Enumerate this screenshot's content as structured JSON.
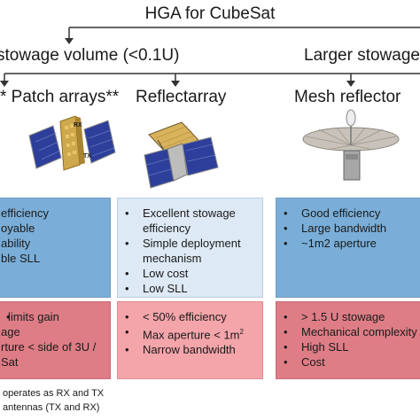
{
  "title": "HGA for CubeSat",
  "branches": {
    "left": "stowage volume (<0.1U)",
    "right": "Larger stowage"
  },
  "categories": {
    "patch": "* Patch arrays**",
    "reflectarray": "Reflectarray",
    "mesh": "Mesh reflector"
  },
  "patch_labels": {
    "rx": "RX",
    "tx": "TX"
  },
  "pros": {
    "patch": [
      "efficiency",
      "oyable",
      "ability",
      "ble SLL"
    ],
    "reflectarray": [
      "Excellent stowage",
      "efficiency",
      "Simple deployment",
      "mechanism",
      "Low cost",
      "Low SLL"
    ],
    "mesh": [
      "Good efficiency",
      "Large bandwidth",
      "~1m2 aperture"
    ]
  },
  "cons": {
    "patch": [
      "limits gain",
      "age",
      "rture < side of 3U /",
      "Sat"
    ],
    "reflectarray": [
      "< 50% efficiency",
      "Max aperture < 1m",
      "Narrow bandwidth"
    ],
    "reflectarray_superscript": "2",
    "mesh": [
      "> 1.5 U stowage",
      "Mechanical complexity",
      "High SLL",
      "Cost"
    ]
  },
  "footnote": [
    "operates as RX and TX",
    "antennas (TX and RX)"
  ],
  "colors": {
    "pros_patch": "#7aaed8",
    "pros_reflectarray": "#dde9f5",
    "pros_mesh": "#7aaed8",
    "cons_patch": "#de7d86",
    "cons_reflectarray": "#f4a5aa",
    "cons_mesh": "#de7d86"
  }
}
